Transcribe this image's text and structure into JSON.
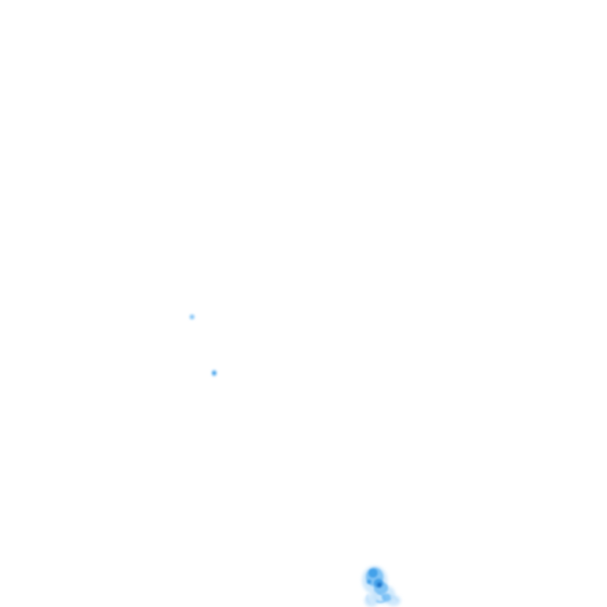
{
  "map": {
    "kind": "heat-density-tile",
    "background_color": "#ffffff",
    "palette": {
      "light": "#bfe0fb",
      "mid": "#74bdf4",
      "strong": "#3a9be8",
      "dark": "#1a6fc4"
    },
    "features": [
      {
        "name": "small-blob-upper",
        "intensity": "light"
      },
      {
        "name": "small-blob-lower",
        "intensity": "mid"
      },
      {
        "name": "main-cluster-bottom",
        "intensity": "dark"
      }
    ]
  }
}
